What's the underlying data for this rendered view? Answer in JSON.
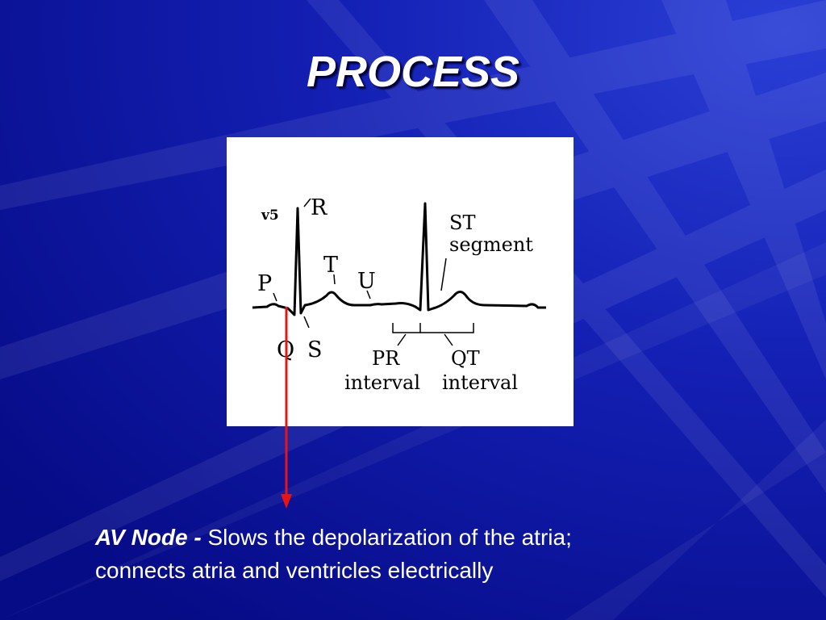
{
  "slide": {
    "title": "PROCESS",
    "background_color": "#0a0f9a"
  },
  "ecg_diagram": {
    "lead_label": "v5",
    "wave_labels": {
      "p": "P",
      "q": "Q",
      "r": "R",
      "s": "S",
      "t": "T",
      "u": "U"
    },
    "st_segment": {
      "line1": "ST",
      "line2": "segment"
    },
    "pr_interval": {
      "line1": "PR",
      "line2": "interval"
    },
    "qt_interval": {
      "line1": "QT",
      "line2": "interval"
    }
  },
  "pointer": {
    "color": "#e81414"
  },
  "caption": {
    "term": "AV Node -",
    "description_line1": " Slows the depolarization of the atria;",
    "description_line2": "connects atria and ventricles electrically"
  }
}
